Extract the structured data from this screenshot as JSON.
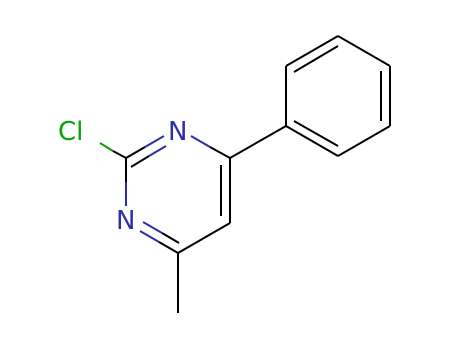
{
  "molecule": {
    "atoms": {
      "cl": {
        "label": "Cl",
        "color": "#0aa00a"
      },
      "n1": {
        "label": "N",
        "color": "#2e2ea8"
      },
      "n3": {
        "label": "N",
        "color": "#2e2ea8"
      }
    },
    "colors": {
      "bond": "#000000",
      "chlorine": "#0aa00a",
      "nitrogen": "#2e2ea8"
    }
  }
}
